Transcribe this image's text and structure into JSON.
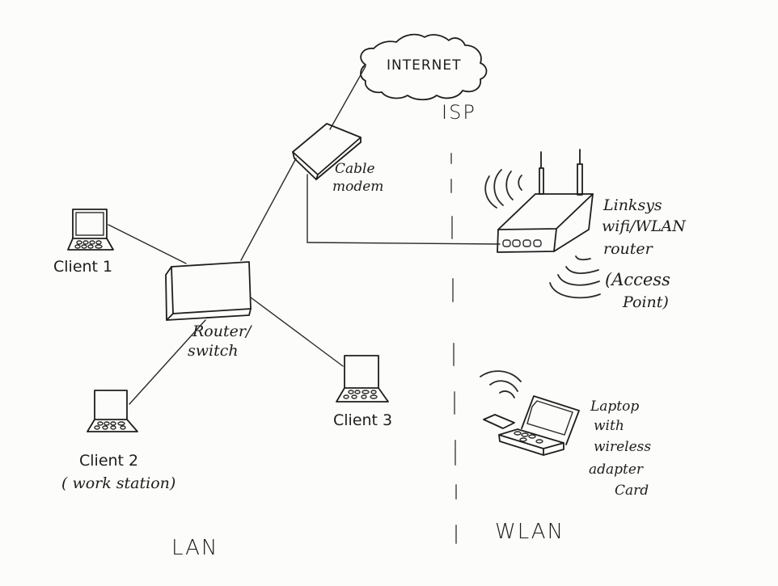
{
  "diagram": {
    "type": "network-topology-sketch",
    "style": "hand-drawn pencil",
    "regions": {
      "left": "LAN",
      "right": "WLAN",
      "divider": "dashed-vertical"
    },
    "nodes": {
      "internet": {
        "label": "INTERNET",
        "shape": "cloud"
      },
      "isp": {
        "label": "ISP"
      },
      "cable_modem": {
        "label_line1": "Cable",
        "label_line2": "modem"
      },
      "router_switch": {
        "label_line1": "Router/",
        "label_line2": "switch"
      },
      "client1": {
        "label": "Client 1"
      },
      "client2": {
        "label_line1": "Client 2",
        "label_line2": "( work station)"
      },
      "client3": {
        "label": "Client 3"
      },
      "wifi_router": {
        "label_line1": "Linksys",
        "label_line2": "wifi/WLAN",
        "label_line3": "router",
        "label_line4": "(Access",
        "label_line5": "Point)"
      },
      "wireless_laptop": {
        "label_line1": "Laptop",
        "label_line2": "with",
        "label_line3": "wireless",
        "label_line4": "adapter",
        "label_line5": "Card"
      }
    },
    "edges": [
      {
        "from": "internet",
        "to": "cable_modem"
      },
      {
        "from": "cable_modem",
        "to": "router_switch"
      },
      {
        "from": "cable_modem",
        "to": "wifi_router"
      },
      {
        "from": "client1",
        "to": "router_switch"
      },
      {
        "from": "client2",
        "to": "router_switch"
      },
      {
        "from": "client3",
        "to": "router_switch"
      }
    ],
    "ink_color": "#1e1e1e",
    "paper_color": "#fcfcfb"
  }
}
